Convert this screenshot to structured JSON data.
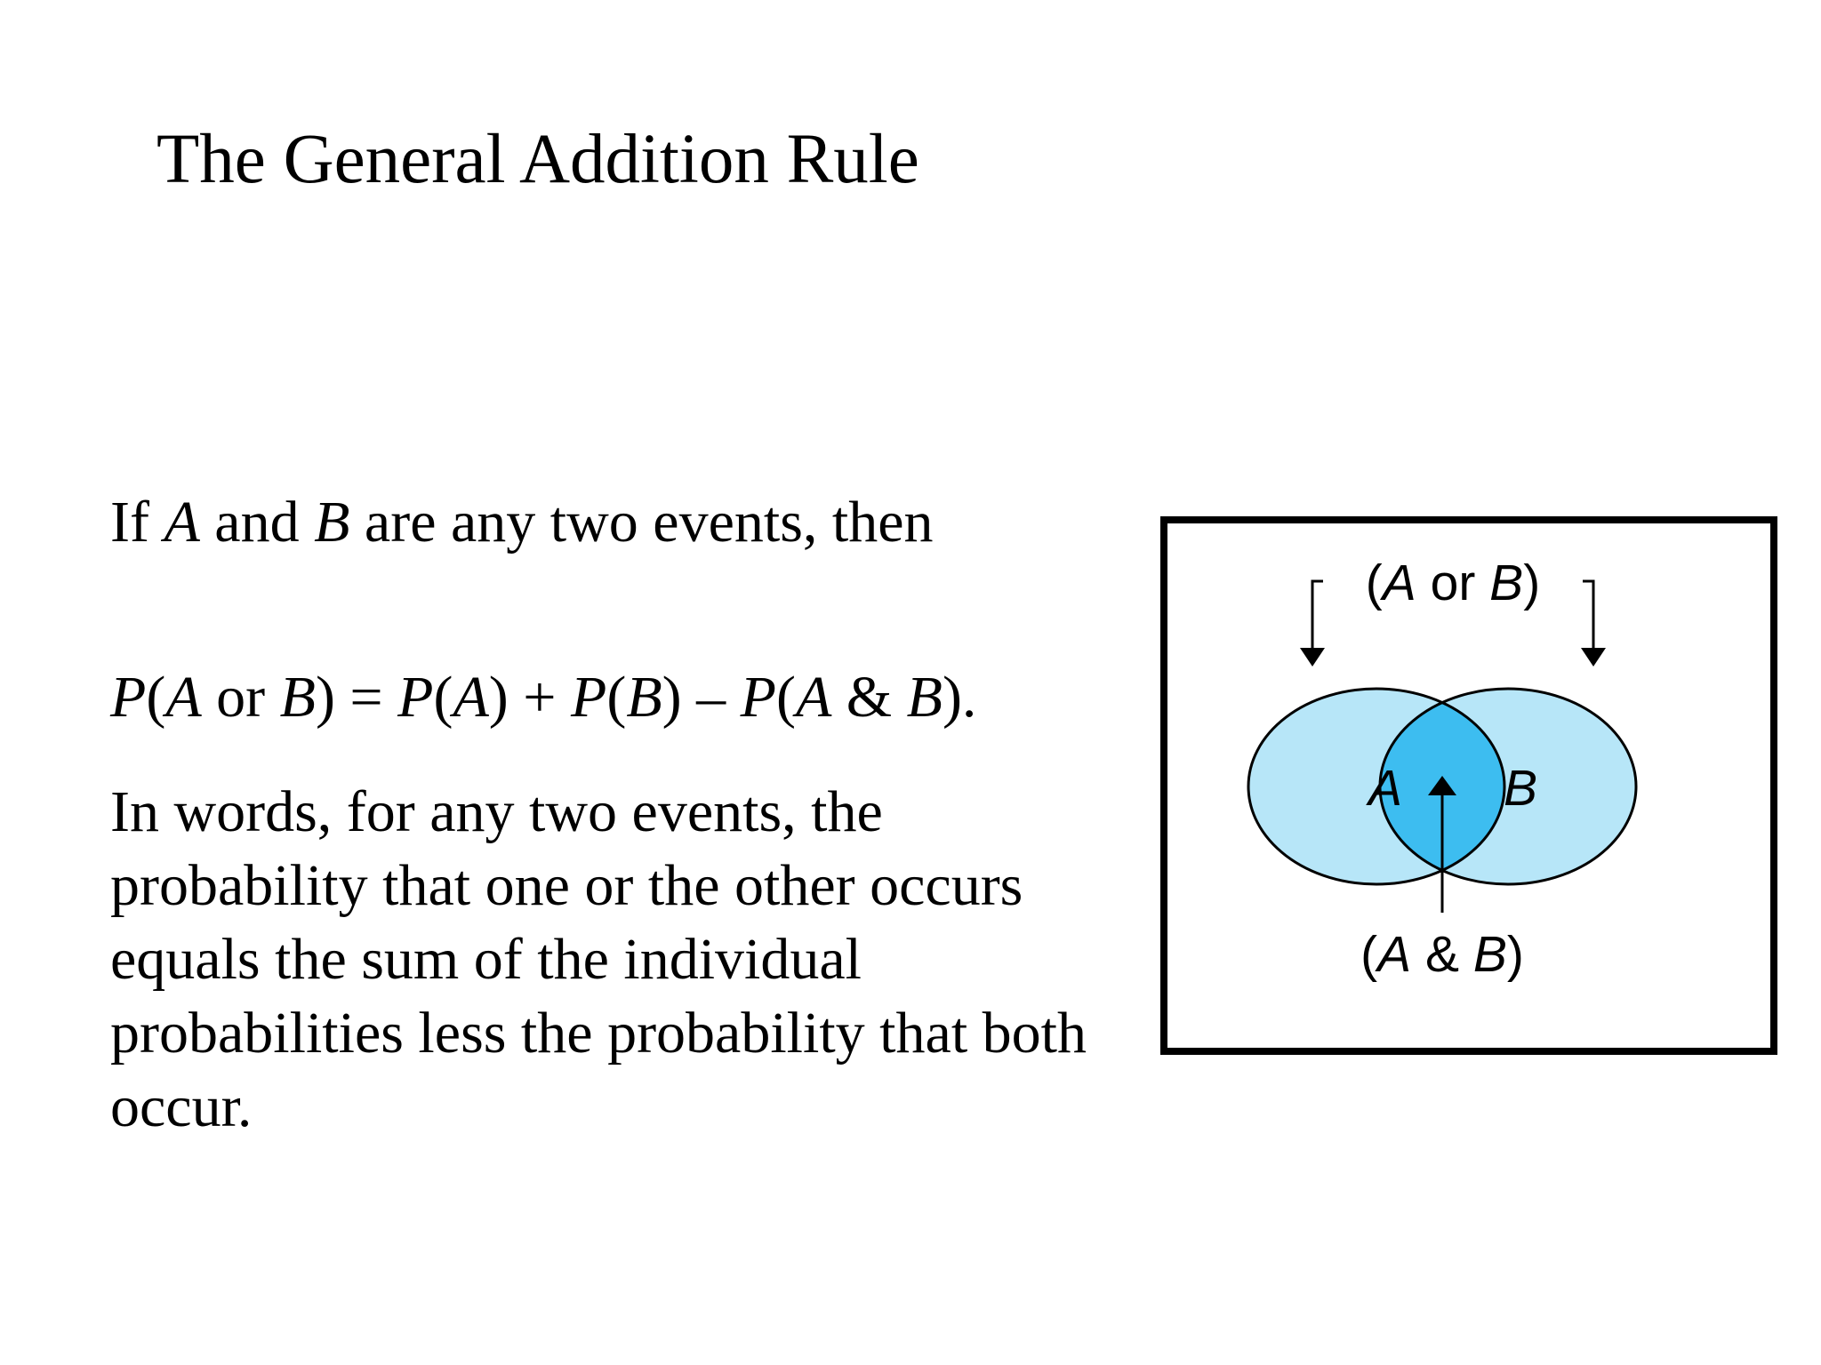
{
  "slide": {
    "title": "The General Addition Rule",
    "intro": {
      "p1": "If ",
      "a": "A",
      "p2": " and ",
      "b": "B",
      "p3": " are any two events, then"
    },
    "formula": {
      "t1": "P",
      "t2": "(",
      "t3": "A",
      "t4": " or ",
      "t5": "B",
      "t6": ") = ",
      "t7": "P",
      "t8": "(",
      "t9": "A",
      "t10": ") + ",
      "t11": "P",
      "t12": "(",
      "t13": "B",
      "t14": ") – ",
      "t15": "P",
      "t16": "(",
      "t17": "A",
      "t18": " & ",
      "t19": "B",
      "t20": ")."
    },
    "explanation": "In words, for any two events, the probability that one or the other occurs equals the sum of the individual probabilities less the probability that both occur."
  },
  "venn": {
    "union_label": {
      "open": "(",
      "a": "A",
      "or": " or ",
      "b": "B",
      "close": ")"
    },
    "circle_a_label": "A",
    "circle_b_label": "B",
    "intersection_label": {
      "open": "(",
      "a": "A",
      "amp": " & ",
      "b": "B",
      "close": ")"
    },
    "colors": {
      "circle_fill": "#b7e6f8",
      "intersection_fill": "#3dbdf0",
      "outline": "#000000"
    }
  }
}
